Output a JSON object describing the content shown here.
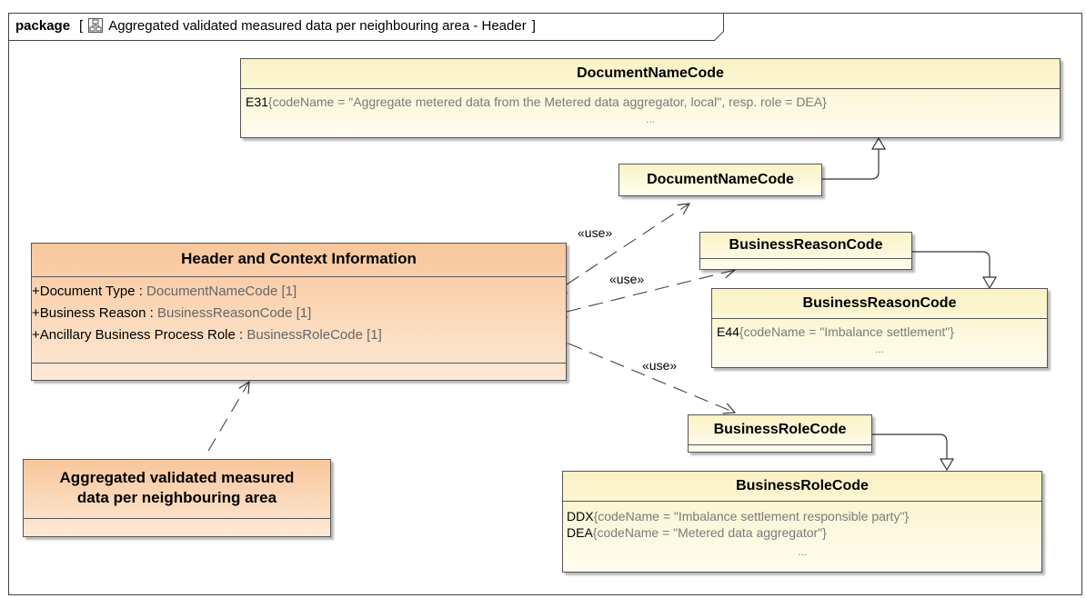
{
  "frame": {
    "keyword": "package",
    "open_bracket": "[",
    "close_bracket": "]",
    "diagram_icon": "class-diagram-icon",
    "title": "Aggregated validated measured data per neighbouring area - Header"
  },
  "enum_document": {
    "title": "DocumentNameCode",
    "literals": [
      {
        "code": "E31",
        "value": "{codeName = \"Aggregate metered data from the Metered data aggregator, local\", resp. role = DEA}"
      }
    ],
    "more": "..."
  },
  "ref_document": {
    "title": "DocumentNameCode"
  },
  "ref_reason": {
    "title": "BusinessReasonCode"
  },
  "enum_reason": {
    "title": "BusinessReasonCode",
    "literals": [
      {
        "code": "E44",
        "value": "{codeName = \"Imbalance settlement\"}"
      }
    ],
    "more": "..."
  },
  "ref_role": {
    "title": "BusinessRoleCode"
  },
  "enum_role": {
    "title": "BusinessRoleCode",
    "literals": [
      {
        "code": "DDX",
        "value": "{codeName = \"Imbalance settlement responsible party\"}"
      },
      {
        "code": "DEA",
        "value": "{codeName = \"Metered data aggregator\"}"
      }
    ],
    "more": "..."
  },
  "header_class": {
    "title": "Header and Context Information",
    "attributes": [
      {
        "name": "+Document Type : ",
        "type": "DocumentNameCode [1]"
      },
      {
        "name": "+Business Reason : ",
        "type": "BusinessReasonCode [1]"
      },
      {
        "name": "+Ancillary Business Process Role : ",
        "type": "BusinessRoleCode [1]"
      }
    ]
  },
  "aggregate_class": {
    "title_line1": "Aggregated validated measured",
    "title_line2": "data per neighbouring area"
  },
  "dependencies": {
    "use_document": "«use»",
    "use_reason": "«use»",
    "use_role": "«use»"
  },
  "colors": {
    "enum_fill": "#fbf2c5",
    "class_fill": "#f8c69b",
    "border": "#555555",
    "literal_value": "#7a7a7a"
  }
}
